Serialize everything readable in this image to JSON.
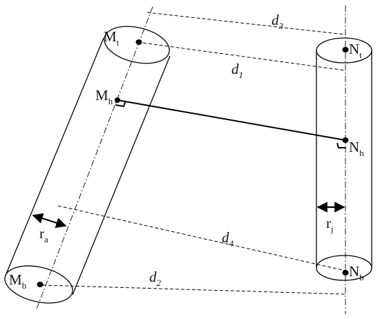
{
  "diagram": {
    "stroke_color": "#000000",
    "background": "#ffffff",
    "points": {
      "mt": {
        "base": "M",
        "sub": "t"
      },
      "mh": {
        "base": "M",
        "sub": "h"
      },
      "mb": {
        "base": "M",
        "sub": "b"
      },
      "nt": {
        "base": "N",
        "sub": "t"
      },
      "nh": {
        "base": "N",
        "sub": "h"
      },
      "nb": {
        "base": "N",
        "sub": "b"
      }
    },
    "radii": {
      "ra": {
        "base": "r",
        "sub": "a"
      },
      "rj": {
        "base": "r",
        "sub": "j"
      }
    },
    "distances": {
      "d1": {
        "base": "d",
        "sub": "1"
      },
      "d2": {
        "base": "d",
        "sub": "2"
      },
      "d3": {
        "base": "d",
        "sub": "3"
      },
      "d4": {
        "base": "d",
        "sub": "4"
      }
    }
  }
}
